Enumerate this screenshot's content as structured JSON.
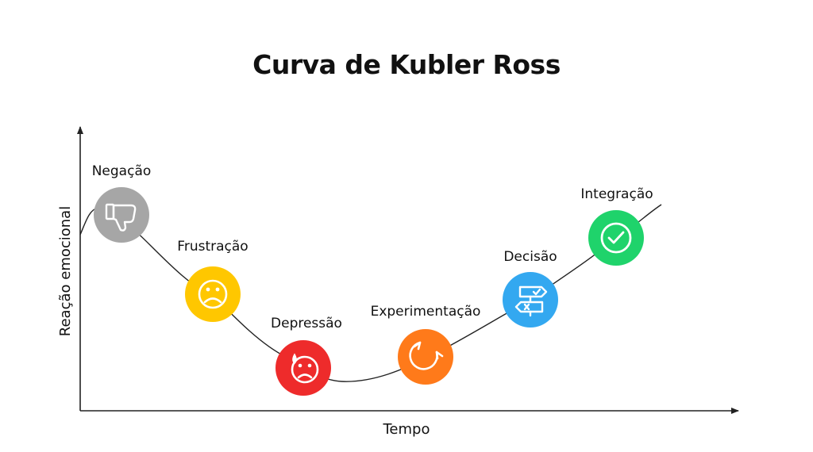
{
  "title": "Curva de Kubler Ross",
  "axes": {
    "y_label": "Reação emocional",
    "x_label": "Tempo"
  },
  "stages": [
    {
      "label": "Negação",
      "icon": "thumbs-down-icon",
      "color": "#a6a6a6"
    },
    {
      "label": "Frustração",
      "icon": "sad-face-icon",
      "color": "#ffc700"
    },
    {
      "label": "Depressão",
      "icon": "crying-face-icon",
      "color": "#ee2b2b"
    },
    {
      "label": "Experimentação",
      "icon": "refresh-icon",
      "color": "#ff7a1a"
    },
    {
      "label": "Decisão",
      "icon": "signpost-icon",
      "color": "#33a8f0"
    },
    {
      "label": "Integração",
      "icon": "check-circle-icon",
      "color": "#1fd36b"
    }
  ]
}
